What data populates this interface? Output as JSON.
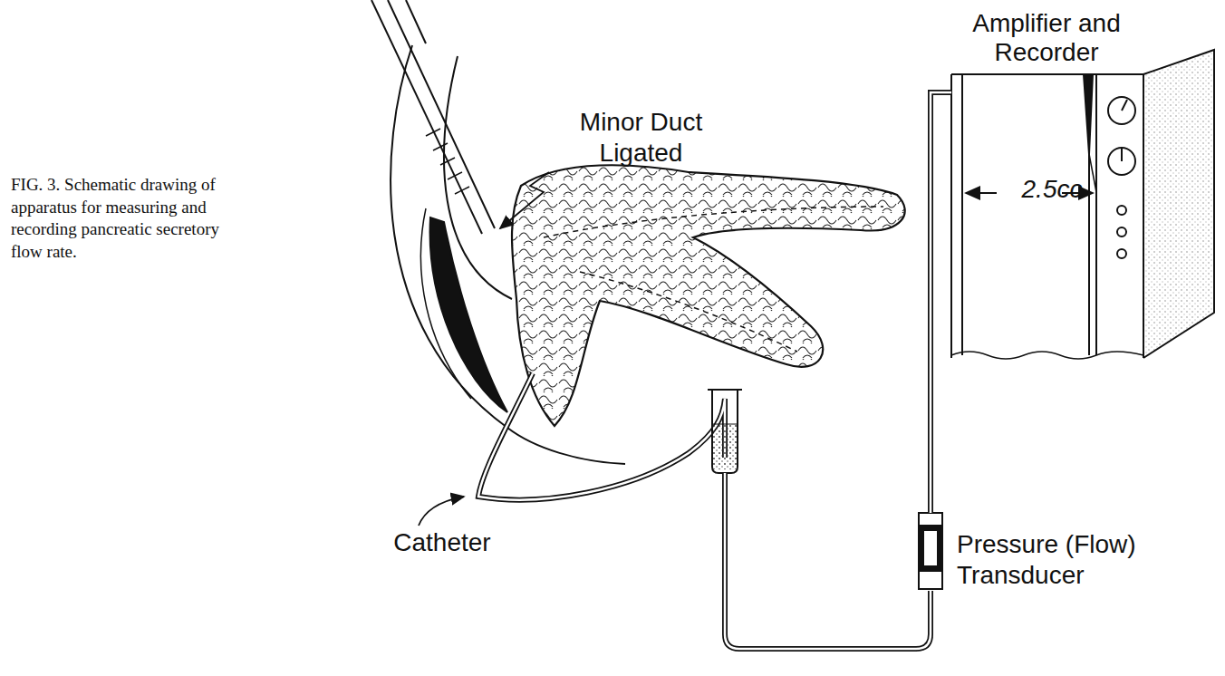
{
  "diagram": {
    "caption": "FIG. 3. Schematic drawing of apparatus for measuring and recording pancreatic secretory flow rate.",
    "nodes": [
      {
        "text": [
          "Amplifier and Recorder",
          "2.5cc"
        ]
      },
      {
        "text": [
          "Pressure (Flow) Transducer"
        ]
      }
    ],
    "edges": [
      {
        "from": 1,
        "to": 0,
        "arrow": "none"
      }
    ],
    "labels": [
      "Minor Duct Ligated",
      "Catheter"
    ]
  }
}
